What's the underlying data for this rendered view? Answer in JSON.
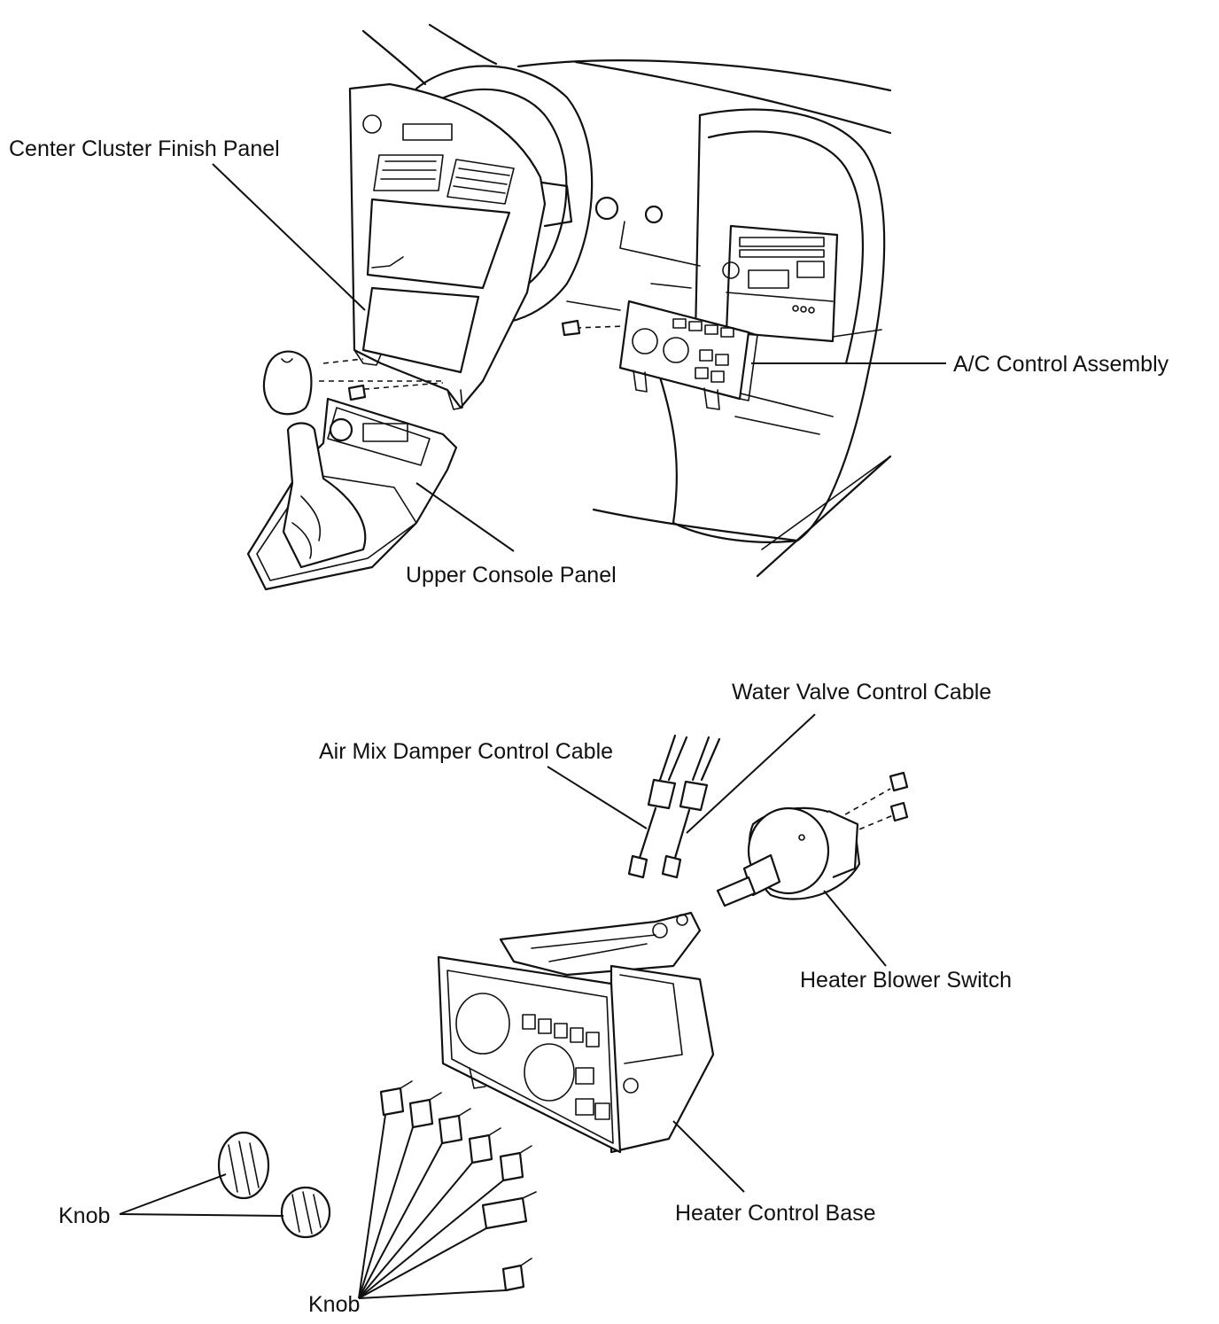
{
  "labels": {
    "center_cluster_finish_panel": "Center Cluster Finish Panel",
    "ac_control_assembly": "A/C Control Assembly",
    "upper_console_panel": "Upper Console Panel",
    "water_valve_control_cable": "Water Valve Control Cable",
    "air_mix_damper_control_cable": "Air Mix Damper Control Cable",
    "heater_blower_switch": "Heater Blower Switch",
    "heater_control_base": "Heater Control Base",
    "knob_large": "Knob",
    "knob_small": "Knob"
  }
}
